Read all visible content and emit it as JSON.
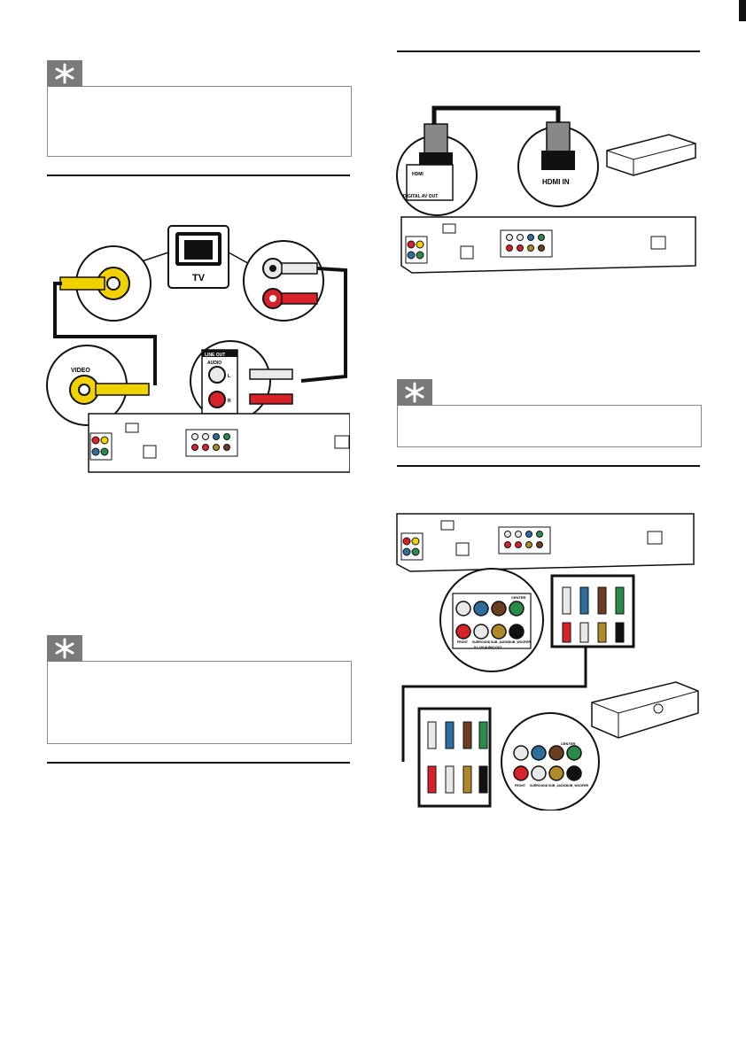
{
  "labels": {
    "tv": "TV",
    "video": "VIDEO",
    "line_out": "LINE OUT",
    "audio": "AUDIO",
    "channel_l": "L",
    "channel_r": "R",
    "hdmi": "HDMI",
    "digital_av_out": "DIGITAL AV OUT",
    "hdmi_in": "HDMI IN",
    "center": "CENTER",
    "front": "FRONT",
    "surround": "SURROUND",
    "sub_audio": "SUB_AUDIO",
    "sub_woofer": "SUB_WOOFER",
    "ch_audio_out": "5.1 CH AUDIO OUT"
  },
  "colors": {
    "accent_gray": "#7a7a7a",
    "video_yellow": "#f0d200",
    "audio_red": "#d8222a",
    "audio_white": "#e9e9e9",
    "cable_black": "#111111",
    "sur_blue": "#2e6e9c",
    "sub_brown": "#6b3e22",
    "center_green": "#2a8a4a",
    "sub_gold": "#b08a28"
  },
  "icons": {
    "tip": "asterisk-tip-icon",
    "tv": "tv-icon",
    "amplifier": "amplifier-icon",
    "connector": "rca-plug-icon"
  }
}
